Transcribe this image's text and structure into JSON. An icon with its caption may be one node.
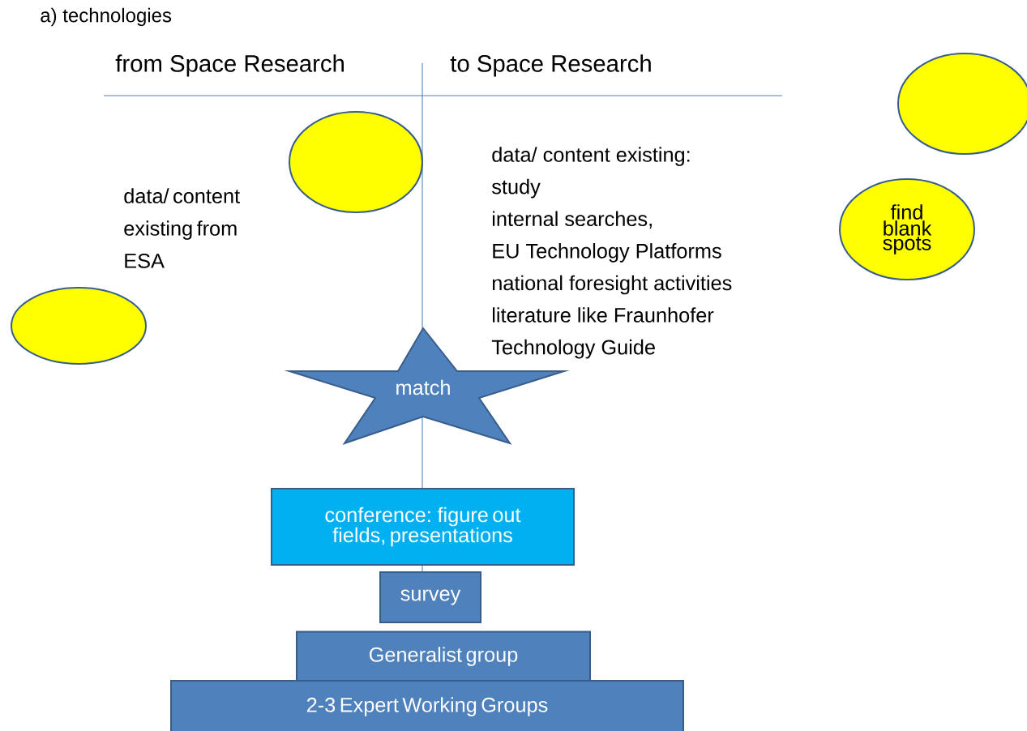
{
  "diagram": {
    "title": "a) technologies",
    "nodes": [
      {
        "text": [],
        "shape": "ellipse"
      },
      {
        "text": [],
        "shape": "ellipse"
      },
      {
        "text": [
          "find blank spots"
        ]
      },
      {
        "text": [],
        "shape": "ellipse"
      },
      {
        "text": [
          "match"
        ]
      },
      {
        "text": [
          "conference: figure out fields, presentations"
        ]
      },
      {
        "text": [
          "survey"
        ]
      },
      {
        "text": [
          "Generalist group"
        ]
      },
      {
        "text": [
          "2-3 Expert Working Groups"
        ]
      }
    ],
    "labels": [
      "from Space Research",
      "to Space Research",
      "data/ content existing from ESA",
      "data/ content existing:",
      "study",
      "internal searches,",
      "EU Technology Platforms",
      "national foresight activities",
      "literature like Fraunhofer",
      "Technology Guide"
    ]
  }
}
